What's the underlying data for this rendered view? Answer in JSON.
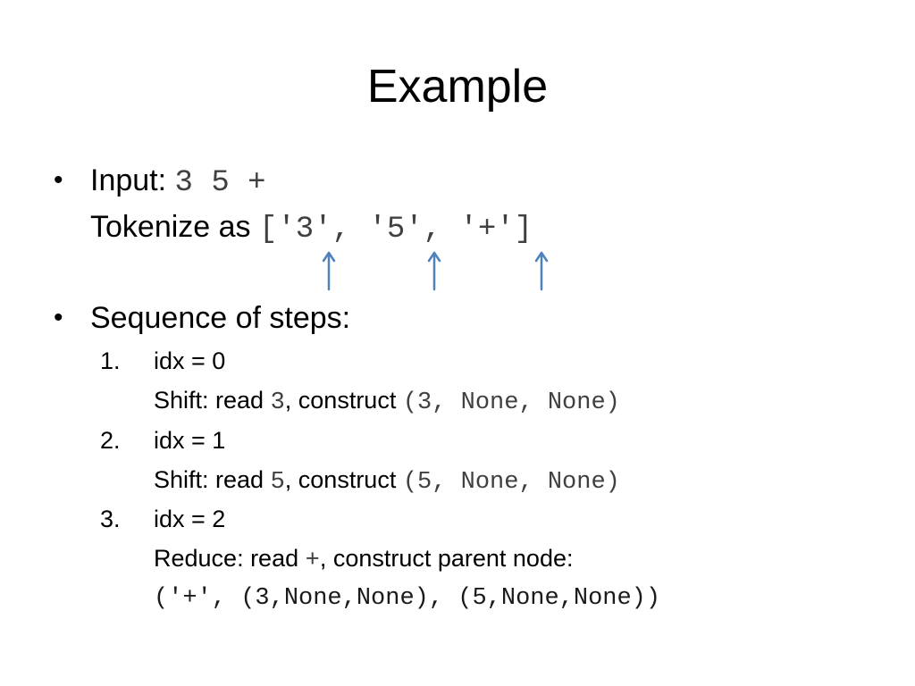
{
  "slide": {
    "title": "Example",
    "bullet_symbol": "•",
    "input": {
      "label": "Input: ",
      "value": "3 5 +"
    },
    "tokenize": {
      "label": "Tokenize as ",
      "value": "['3', '5', '+']"
    },
    "arrow_color": "#4f81bd",
    "sequence_heading": "Sequence of steps:",
    "steps": [
      {
        "number": "1.",
        "idx": "idx = 0",
        "action_prefix": "Shift: read ",
        "read_token": "3",
        "construct_label": ", construct ",
        "construct_value": "(3, None, None)"
      },
      {
        "number": "2.",
        "idx": "idx = 1",
        "action_prefix": "Shift: read ",
        "read_token": "5",
        "construct_label": ", construct ",
        "construct_value": "(5, None, None)"
      },
      {
        "number": "3.",
        "idx": "idx = 2",
        "action_prefix": "Reduce: read ",
        "read_token": "+",
        "construct_label": ", construct parent node:",
        "construct_value": "('+', (3,None,None), (5,None,None))"
      }
    ]
  }
}
